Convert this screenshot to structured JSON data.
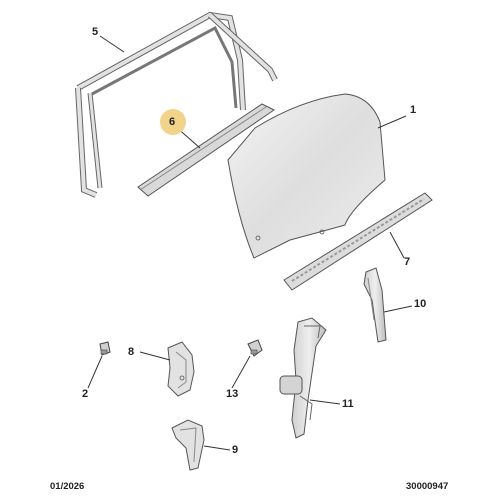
{
  "callouts": [
    {
      "id": "1",
      "label": "1"
    },
    {
      "id": "2",
      "label": "2"
    },
    {
      "id": "5",
      "label": "5"
    },
    {
      "id": "6",
      "label": "6",
      "highlighted": true
    },
    {
      "id": "7",
      "label": "7"
    },
    {
      "id": "8",
      "label": "8"
    },
    {
      "id": "9",
      "label": "9"
    },
    {
      "id": "10",
      "label": "10"
    },
    {
      "id": "11",
      "label": "11"
    },
    {
      "id": "13",
      "label": "13"
    }
  ],
  "footer": {
    "date": "01/2026",
    "reference": "30000947"
  },
  "colors": {
    "highlight": "#f1d38a",
    "part_fill": "#e6e6e6",
    "part_stroke": "#555555",
    "text": "#222222"
  }
}
